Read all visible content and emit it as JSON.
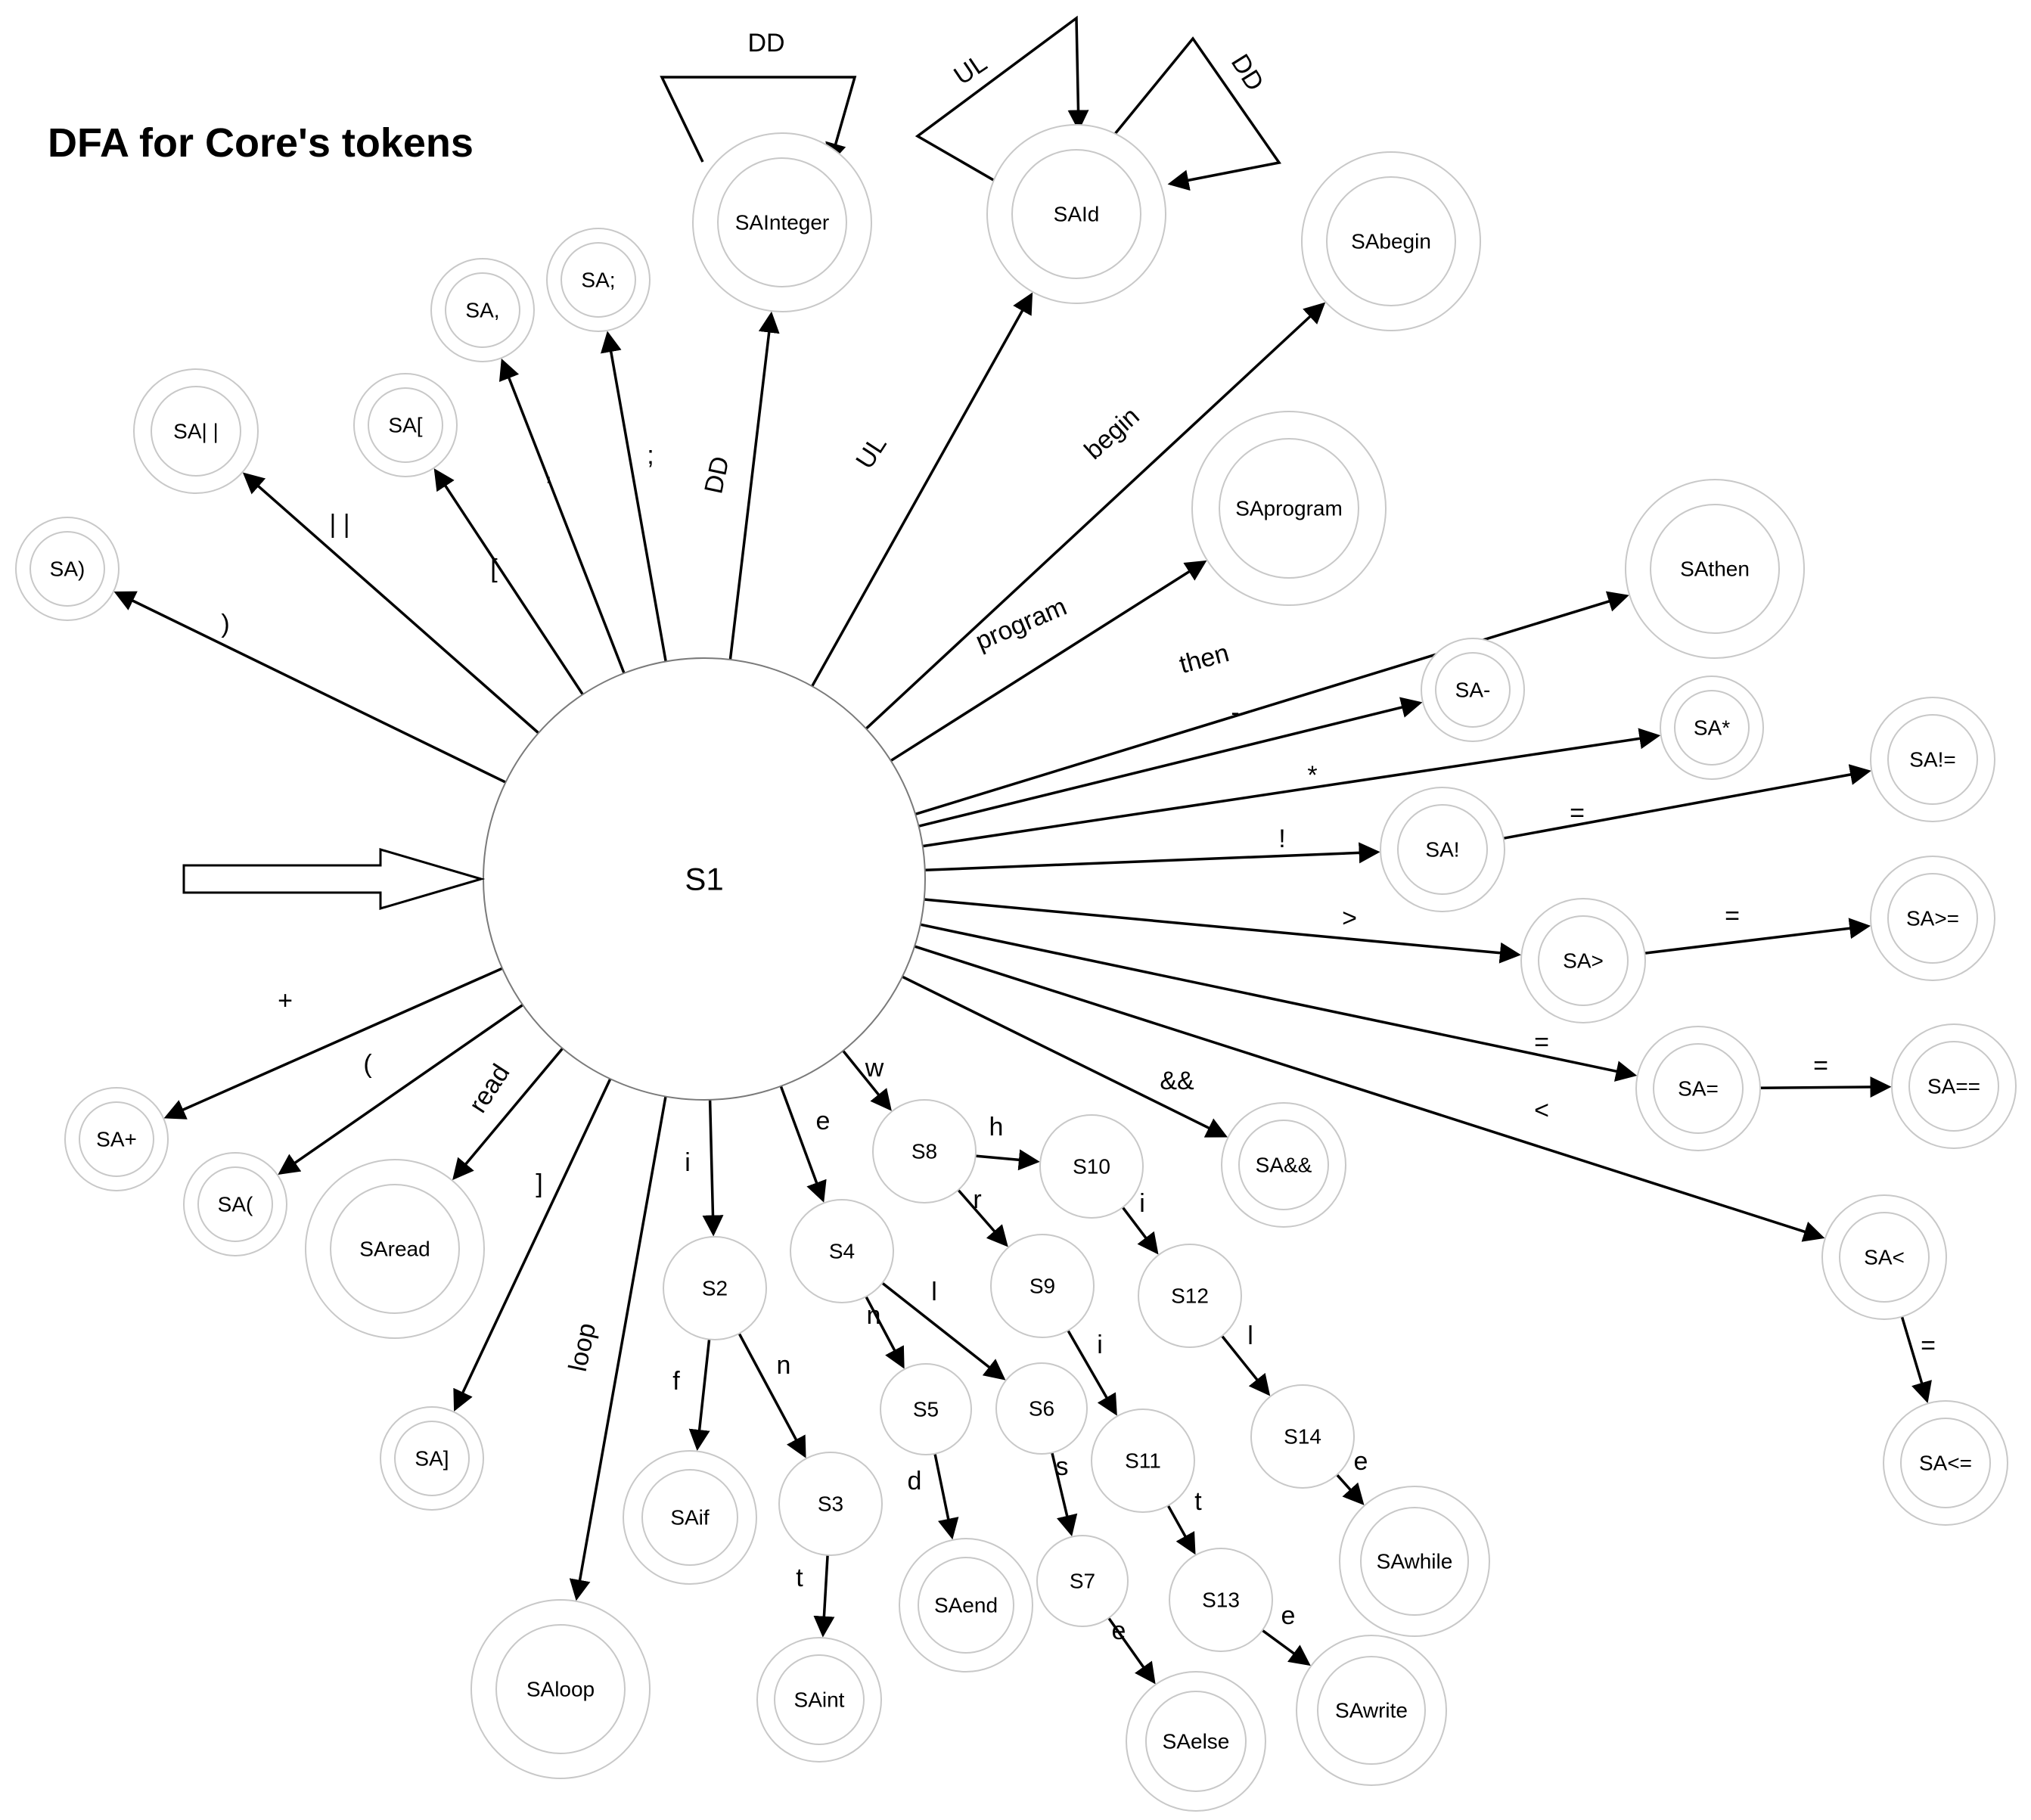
{
  "title": "DFA for Core's tokens",
  "start_state": "S1",
  "states": [
    {
      "id": "S1",
      "label": "S1",
      "accepting": false
    },
    {
      "id": "SA)",
      "label": "SA)",
      "accepting": true
    },
    {
      "id": "SA||",
      "label": "SA| |",
      "accepting": true
    },
    {
      "id": "SA[",
      "label": "SA[",
      "accepting": true
    },
    {
      "id": "SA,",
      "label": "SA,",
      "accepting": true
    },
    {
      "id": "SA;",
      "label": "SA;",
      "accepting": true
    },
    {
      "id": "SAInteger",
      "label": "SAInteger",
      "accepting": true
    },
    {
      "id": "SAId",
      "label": "SAId",
      "accepting": true
    },
    {
      "id": "SAbegin",
      "label": "SAbegin",
      "accepting": true
    },
    {
      "id": "SAprogram",
      "label": "SAprogram",
      "accepting": true
    },
    {
      "id": "SAthen",
      "label": "SAthen",
      "accepting": true
    },
    {
      "id": "SA-",
      "label": "SA-",
      "accepting": true
    },
    {
      "id": "SA*",
      "label": "SA*",
      "accepting": true
    },
    {
      "id": "SA!",
      "label": "SA!",
      "accepting": true
    },
    {
      "id": "SA!=",
      "label": "SA!=",
      "accepting": true
    },
    {
      "id": "SA>",
      "label": "SA>",
      "accepting": true
    },
    {
      "id": "SA>=",
      "label": "SA>=",
      "accepting": true
    },
    {
      "id": "SA=",
      "label": "SA=",
      "accepting": true
    },
    {
      "id": "SA==",
      "label": "SA==",
      "accepting": true
    },
    {
      "id": "SA<",
      "label": "SA<",
      "accepting": true
    },
    {
      "id": "SA<=",
      "label": "SA<=",
      "accepting": true
    },
    {
      "id": "SA&&",
      "label": "SA&&",
      "accepting": true
    },
    {
      "id": "SA+",
      "label": "SA+",
      "accepting": true
    },
    {
      "id": "SA(",
      "label": "SA(",
      "accepting": true
    },
    {
      "id": "SAread",
      "label": "SAread",
      "accepting": true
    },
    {
      "id": "SA]",
      "label": "SA]",
      "accepting": true
    },
    {
      "id": "SAloop",
      "label": "SAloop",
      "accepting": true
    },
    {
      "id": "S2",
      "label": "S2",
      "accepting": false
    },
    {
      "id": "SAif",
      "label": "SAif",
      "accepting": true
    },
    {
      "id": "S3",
      "label": "S3",
      "accepting": false
    },
    {
      "id": "SAint",
      "label": "SAint",
      "accepting": true
    },
    {
      "id": "S4",
      "label": "S4",
      "accepting": false
    },
    {
      "id": "S5",
      "label": "S5",
      "accepting": false
    },
    {
      "id": "SAend",
      "label": "SAend",
      "accepting": true
    },
    {
      "id": "S6",
      "label": "S6",
      "accepting": false
    },
    {
      "id": "S7",
      "label": "S7",
      "accepting": false
    },
    {
      "id": "SAelse",
      "label": "SAelse",
      "accepting": true
    },
    {
      "id": "S8",
      "label": "S8",
      "accepting": false
    },
    {
      "id": "S9",
      "label": "S9",
      "accepting": false
    },
    {
      "id": "S10",
      "label": "S10",
      "accepting": false
    },
    {
      "id": "S11",
      "label": "S11",
      "accepting": false
    },
    {
      "id": "S12",
      "label": "S12",
      "accepting": false
    },
    {
      "id": "S13",
      "label": "S13",
      "accepting": false
    },
    {
      "id": "S14",
      "label": "S14",
      "accepting": false
    },
    {
      "id": "SAwrite",
      "label": "SAwrite",
      "accepting": true
    },
    {
      "id": "SAwhile",
      "label": "SAwhile",
      "accepting": true
    }
  ],
  "transitions": [
    {
      "from": "S1",
      "to": "SA)",
      "label": ")"
    },
    {
      "from": "S1",
      "to": "SA||",
      "label": "| |"
    },
    {
      "from": "S1",
      "to": "SA[",
      "label": "["
    },
    {
      "from": "S1",
      "to": "SA,",
      "label": ","
    },
    {
      "from": "S1",
      "to": "SA;",
      "label": ";"
    },
    {
      "from": "S1",
      "to": "SAInteger",
      "label": "DD"
    },
    {
      "from": "SAInteger",
      "to": "SAInteger",
      "label": "DD"
    },
    {
      "from": "S1",
      "to": "SAId",
      "label": "UL"
    },
    {
      "from": "SAId",
      "to": "SAId",
      "label": "UL"
    },
    {
      "from": "SAId",
      "to": "SAId",
      "label": "DD"
    },
    {
      "from": "S1",
      "to": "SAbegin",
      "label": "begin"
    },
    {
      "from": "S1",
      "to": "SAprogram",
      "label": "program"
    },
    {
      "from": "S1",
      "to": "SAthen",
      "label": "then"
    },
    {
      "from": "S1",
      "to": "SA-",
      "label": "-"
    },
    {
      "from": "S1",
      "to": "SA*",
      "label": "*"
    },
    {
      "from": "S1",
      "to": "SA!",
      "label": "!"
    },
    {
      "from": "SA!",
      "to": "SA!=",
      "label": "="
    },
    {
      "from": "S1",
      "to": "SA>",
      "label": ">"
    },
    {
      "from": "SA>",
      "to": "SA>=",
      "label": "="
    },
    {
      "from": "S1",
      "to": "SA=",
      "label": "="
    },
    {
      "from": "SA=",
      "to": "SA==",
      "label": "="
    },
    {
      "from": "S1",
      "to": "SA<",
      "label": "<"
    },
    {
      "from": "SA<",
      "to": "SA<=",
      "label": "="
    },
    {
      "from": "S1",
      "to": "SA&&",
      "label": "&&"
    },
    {
      "from": "S1",
      "to": "SA+",
      "label": "+"
    },
    {
      "from": "S1",
      "to": "SA(",
      "label": "("
    },
    {
      "from": "S1",
      "to": "SAread",
      "label": "read"
    },
    {
      "from": "S1",
      "to": "SA]",
      "label": "]"
    },
    {
      "from": "S1",
      "to": "SAloop",
      "label": "loop"
    },
    {
      "from": "S1",
      "to": "S2",
      "label": "i"
    },
    {
      "from": "S2",
      "to": "SAif",
      "label": "f"
    },
    {
      "from": "S2",
      "to": "S3",
      "label": "n"
    },
    {
      "from": "S3",
      "to": "SAint",
      "label": "t"
    },
    {
      "from": "S1",
      "to": "S4",
      "label": "e"
    },
    {
      "from": "S4",
      "to": "S5",
      "label": "n"
    },
    {
      "from": "S5",
      "to": "SAend",
      "label": "d"
    },
    {
      "from": "S4",
      "to": "S6",
      "label": "l"
    },
    {
      "from": "S6",
      "to": "S7",
      "label": "s"
    },
    {
      "from": "S7",
      "to": "SAelse",
      "label": "e"
    },
    {
      "from": "S1",
      "to": "S8",
      "label": "w"
    },
    {
      "from": "S8",
      "to": "S10",
      "label": "h"
    },
    {
      "from": "S8",
      "to": "S9",
      "label": "r"
    },
    {
      "from": "S9",
      "to": "S11",
      "label": "i"
    },
    {
      "from": "S11",
      "to": "S13",
      "label": "t"
    },
    {
      "from": "S13",
      "to": "SAwrite",
      "label": "e"
    },
    {
      "from": "S10",
      "to": "S12",
      "label": "i"
    },
    {
      "from": "S12",
      "to": "S14",
      "label": "l"
    },
    {
      "from": "S14",
      "to": "SAwhile",
      "label": "e"
    }
  ]
}
